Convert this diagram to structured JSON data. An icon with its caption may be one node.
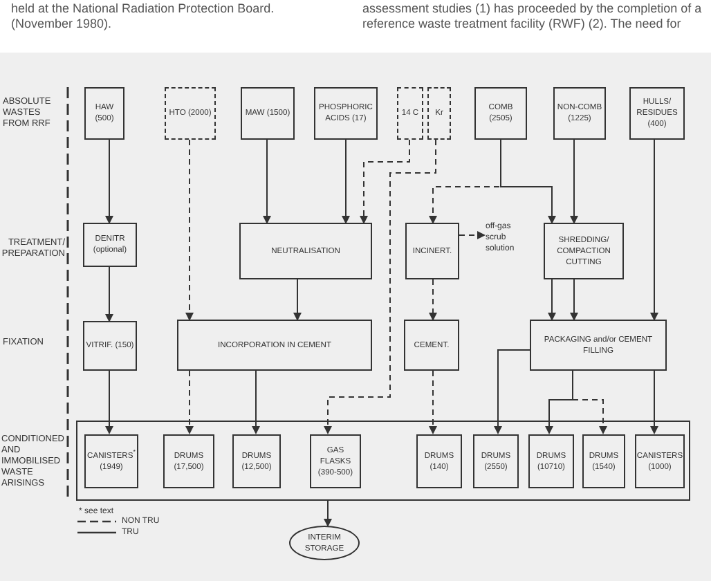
{
  "diagram": {
    "nodes": [
      {
        "text": [
          "HAW (500)"
        ]
      },
      {
        "text": [
          "HTO (2000)"
        ]
      },
      {
        "text": [
          "MAW (1500)"
        ]
      },
      {
        "text": [
          "PHOSPHORIC ACIDS (17)"
        ]
      },
      {
        "text": [
          "14 C"
        ]
      },
      {
        "text": [
          "Kr"
        ]
      },
      {
        "text": [
          "COMB (2505)"
        ]
      },
      {
        "text": [
          "NON-COMB (1225)"
        ]
      },
      {
        "text": [
          "HULLS/ RESIDUES (400)"
        ]
      },
      {
        "text": [
          "DENITR (optional)"
        ]
      },
      {
        "text": [
          "NEUTRALISATION"
        ]
      },
      {
        "text": [
          "INCINERT."
        ]
      },
      {
        "text": [
          "off-gas scrub solution"
        ]
      },
      {
        "text": [
          "SHREDDING/ COMPACTION CUTTING"
        ]
      },
      {
        "text": [
          "VITRIF. (150)"
        ]
      },
      {
        "text": [
          "INCORPORATION IN CEMENT"
        ]
      },
      {
        "text": [
          "CEMENT."
        ]
      },
      {
        "text": [
          "PACKAGING and/or CEMENT FILLING"
        ]
      },
      {
        "text": [],
        "shape": "box"
      },
      {
        "text": [
          "CANISTERS$^{*}$ (1949)"
        ],
        "in": 18
      },
      {
        "text": [
          "DRUMS (17,500)"
        ],
        "in": 18
      },
      {
        "text": [
          "DRUMS (12,500)"
        ],
        "in": 18
      },
      {
        "text": [
          "GAS FLASKS (390-500)"
        ],
        "in": 18
      },
      {
        "text": [
          "DRUMS (140)"
        ],
        "in": 18
      },
      {
        "text": [
          "DRUMS (2550)"
        ],
        "in": 18
      },
      {
        "text": [
          "DRUMS (10710)"
        ],
        "in": 18
      },
      {
        "text": [
          "DRUMS (1540)"
        ],
        "in": 18
      },
      {
        "text": [
          "CANISTERS (1000)"
        ],
        "in": 18
      },
      {
        "text": [
          "INTERIM STORAGE"
        ]
      }
    ],
    "edges": [
      {
        "from": 0,
        "to": 9,
        "arrow": "to"
      },
      {
        "from": 1,
        "to": 15,
        "arrow": "to",
        "style": "dashed"
      },
      {
        "from": 2,
        "to": 10,
        "arrow": "to"
      },
      {
        "from": 3,
        "to": 10,
        "arrow": "to"
      },
      {
        "from": 4,
        "to": 10,
        "arrow": "to",
        "style": "dashed"
      },
      {
        "from": 5,
        "to": 22,
        "arrow": "to",
        "style": "dashed"
      },
      {
        "from": 6,
        "to": 11,
        "arrow": "to",
        "style": "dashed"
      },
      {
        "from": 6,
        "to": 13,
        "arrow": "to"
      },
      {
        "from": 7,
        "to": 13,
        "arrow": "to"
      },
      {
        "from": 8,
        "to": 17,
        "arrow": "to"
      },
      {
        "from": 9,
        "to": 14,
        "arrow": "to"
      },
      {
        "from": 10,
        "to": 15,
        "arrow": "to"
      },
      {
        "from": 11,
        "to": 12,
        "arrow": "to",
        "style": "dashed"
      },
      {
        "from": 11,
        "to": 16,
        "arrow": "to",
        "style": "dashed"
      },
      {
        "from": 13,
        "to": 17,
        "arrow": "to"
      },
      {
        "from": 13,
        "to": 17,
        "arrow": "to"
      },
      {
        "from": 14,
        "to": 19,
        "arrow": "to"
      },
      {
        "from": 15,
        "to": 20,
        "arrow": "to",
        "style": "dashed"
      },
      {
        "from": 15,
        "to": 21,
        "arrow": "to"
      },
      {
        "from": 16,
        "to": 23,
        "arrow": "to",
        "style": "dashed"
      },
      {
        "from": 17,
        "to": 24,
        "arrow": "to"
      },
      {
        "from": 17,
        "to": 25,
        "arrow": "to"
      },
      {
        "from": 17,
        "to": 26,
        "arrow": "to",
        "style": "dashed"
      },
      {
        "from": 17,
        "to": 27,
        "arrow": "to"
      },
      {
        "from": 18,
        "to": 28,
        "arrow": "to"
      }
    ],
    "labels": [
      "held at the National Radiation Protection Board. (November 1980).",
      "assessment studies (1) has proceeded by the completion of a reference waste treatment facility (RWF) (2). The need for",
      "ABSOLUTE WASTES FROM RRF",
      "TREATMENT/ PREPARATION",
      "FIXATION",
      "CONDITIONED AND IMMOBILISED WASTE ARISINGS",
      "* see text"
    ],
    "legend": [
      {
        "text": "NON TRU"
      },
      {
        "text": "TRU"
      }
    ]
  }
}
